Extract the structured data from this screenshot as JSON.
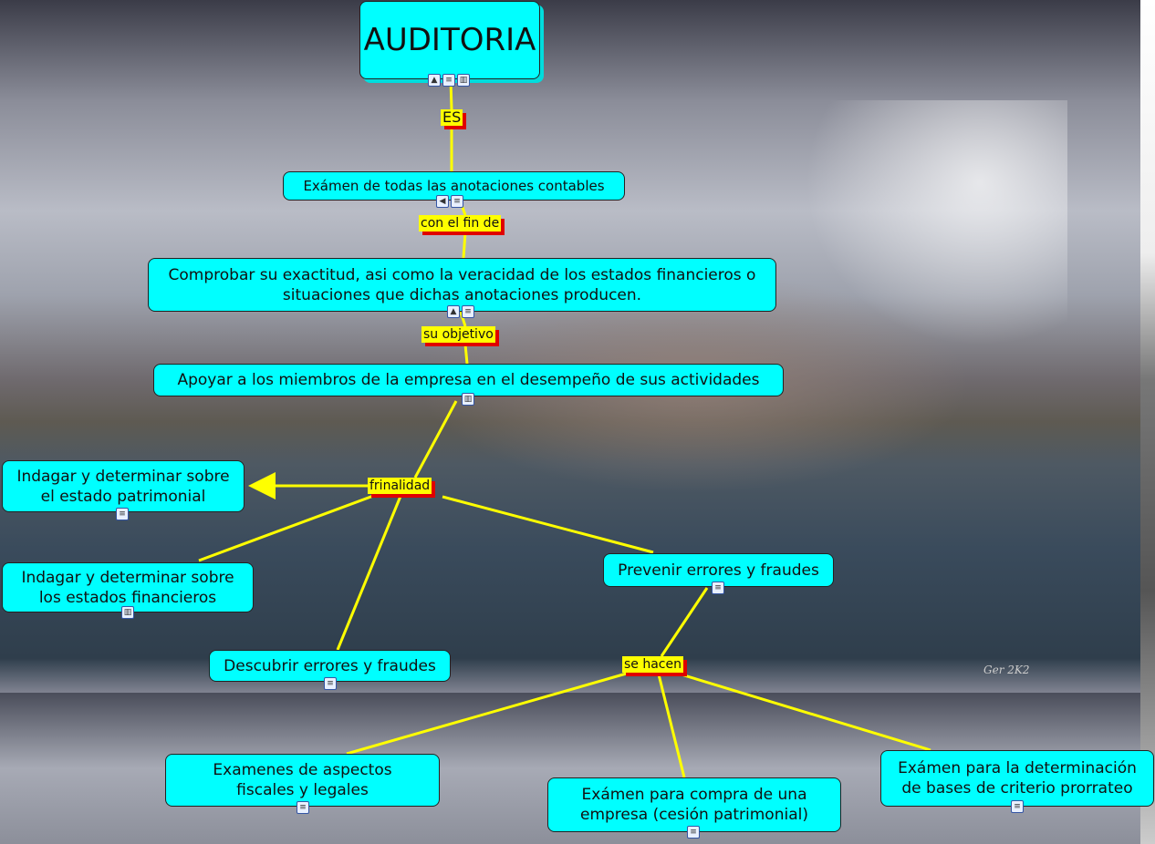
{
  "title": "AUDITORIA",
  "watermark": "Ger 2K2",
  "concepts": {
    "examen": "Exámen de todas las  anotaciones contables",
    "comprobar": "Comprobar su exactitud, asi  como la veracidad de los estados financieros o situaciones que dichas anotaciones producen.",
    "apoyar": "Apoyar a los miembros de la empresa en el desempeño de sus actividades",
    "patrimonial": "Indagar y determinar sobre el estado patrimonial",
    "financieros": "Indagar y determinar sobre los estados financieros",
    "prevenir": "Prevenir errores y fraudes",
    "descubrir": "Descubrir errores y fraudes",
    "fiscales": "Examenes de aspectos fiscales y legales",
    "compra": "Exámen para compra de una empresa (cesión patrimonial)",
    "prorrateo": "Exámen para la determinación de bases de criterio prorrateo"
  },
  "links": {
    "es": "ES",
    "fin": "con el fin de",
    "objetivo": "su objetivo",
    "finalidad": "frinalidad",
    "hacen": "se hacen"
  },
  "colors": {
    "concept": "#00ffff",
    "link": "#ffff00",
    "line": "#ffff00",
    "shadow": "#e00000"
  }
}
